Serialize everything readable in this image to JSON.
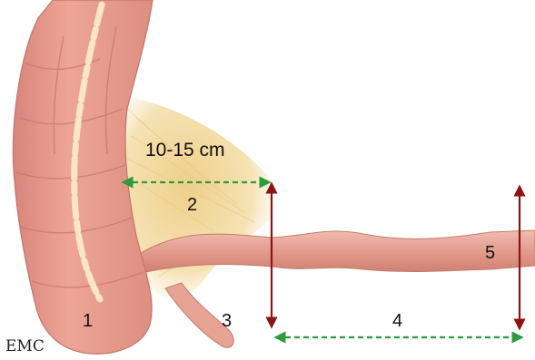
{
  "figure": {
    "measurement_label": "10-15 cm",
    "labels": [
      "1",
      "2",
      "3",
      "4",
      "5"
    ],
    "logo_text": "EMC",
    "colors": {
      "colon": "#eba193",
      "colon_dark": "#c76f62",
      "lumen": "#f7e7c6",
      "mesentery": "#f1d79a",
      "ileum": "#e6a89a",
      "green_arrow": "#2c9c3c",
      "red_arrow": "#8e1414"
    }
  }
}
